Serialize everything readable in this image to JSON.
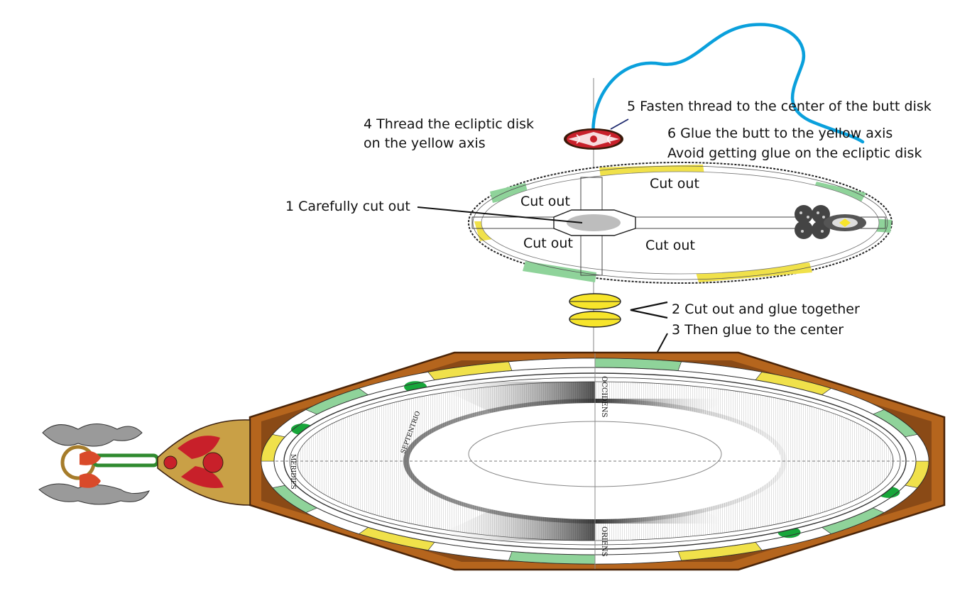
{
  "colors": {
    "thread": "#0aa0dc",
    "yellow_disk": "#f7e52b",
    "green_band": "#8fd39a",
    "yellow_band": "#f0e14a",
    "dark_green": "#17a63a",
    "frame_wood": "#b5651d",
    "frame_dark": "#6e3a10",
    "butt_disk": "#c8202a"
  },
  "steps": {
    "s1": "1 Carefully cut out",
    "s2": "2 Cut out and glue together",
    "s3": "3 Then glue to the center",
    "s4_line1": "4 Thread the ecliptic disk",
    "s4_line2": "on the yellow axis",
    "s5": "5 Fasten thread to the center of the butt disk",
    "s6_line1": "6 Glue the butt to the yellow axis",
    "s6_line2": "Avoid getting glue on the ecliptic disk"
  },
  "cut_labels": {
    "top_left": "Cut out",
    "top_right": "Cut out",
    "bottom_left": "Cut out",
    "bottom_right": "Cut out"
  },
  "dial_text": {
    "occidens": "OCCIDENS",
    "oriens": "ORIENS",
    "septentrio": "SEPTENTRIO",
    "meridies": "MERIDIES"
  }
}
